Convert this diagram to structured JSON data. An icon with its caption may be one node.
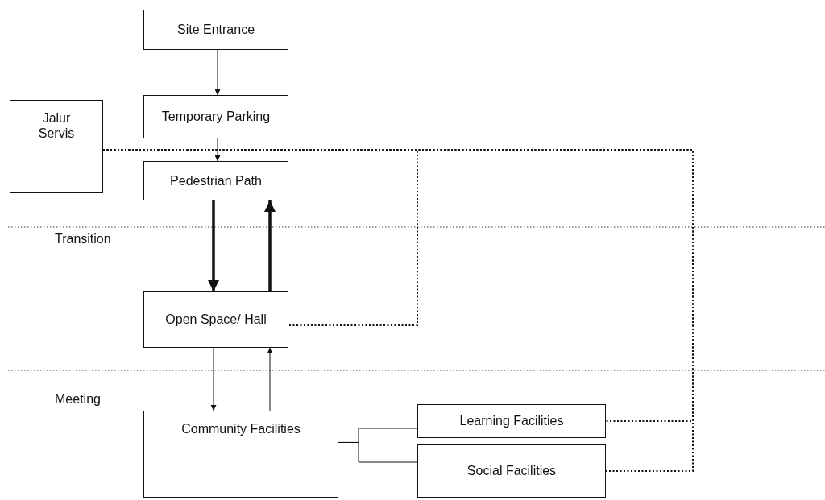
{
  "diagram": {
    "nodes": [
      {
        "text": [
          "Site Entrance"
        ]
      },
      {
        "text": [
          "Temporary Parking"
        ]
      },
      {
        "text": [
          "Jalur Servis"
        ]
      },
      {
        "text": [
          "Pedestrian Path"
        ]
      },
      {
        "text": [
          "Open Space/ Hall"
        ]
      },
      {
        "text": [
          "Community Facilities"
        ]
      },
      {
        "text": [
          "Learning Facilities"
        ]
      },
      {
        "text": [
          "Social Facilities"
        ]
      }
    ],
    "edges": [
      {
        "from": 0,
        "to": 1,
        "arrow": "to"
      },
      {
        "from": 1,
        "to": 3,
        "arrow": "to"
      },
      {
        "from": 3,
        "to": 4,
        "arrow": "to",
        "style": "thick"
      },
      {
        "from": 4,
        "to": 3,
        "arrow": "to",
        "style": "thick"
      },
      {
        "from": 4,
        "to": 5,
        "arrow": "to"
      },
      {
        "from": 5,
        "to": 4,
        "arrow": "to"
      },
      {
        "from": 5,
        "to": 6,
        "arrow": "none"
      },
      {
        "from": 5,
        "to": 7,
        "arrow": "none"
      },
      {
        "from": 2,
        "to": 4,
        "arrow": "none",
        "style": "dashed"
      },
      {
        "from": 2,
        "to": 6,
        "arrow": "none",
        "style": "dashed"
      },
      {
        "from": 2,
        "to": 7,
        "arrow": "none",
        "style": "dashed"
      }
    ],
    "labels": [
      "Transition",
      "Meeting"
    ]
  }
}
